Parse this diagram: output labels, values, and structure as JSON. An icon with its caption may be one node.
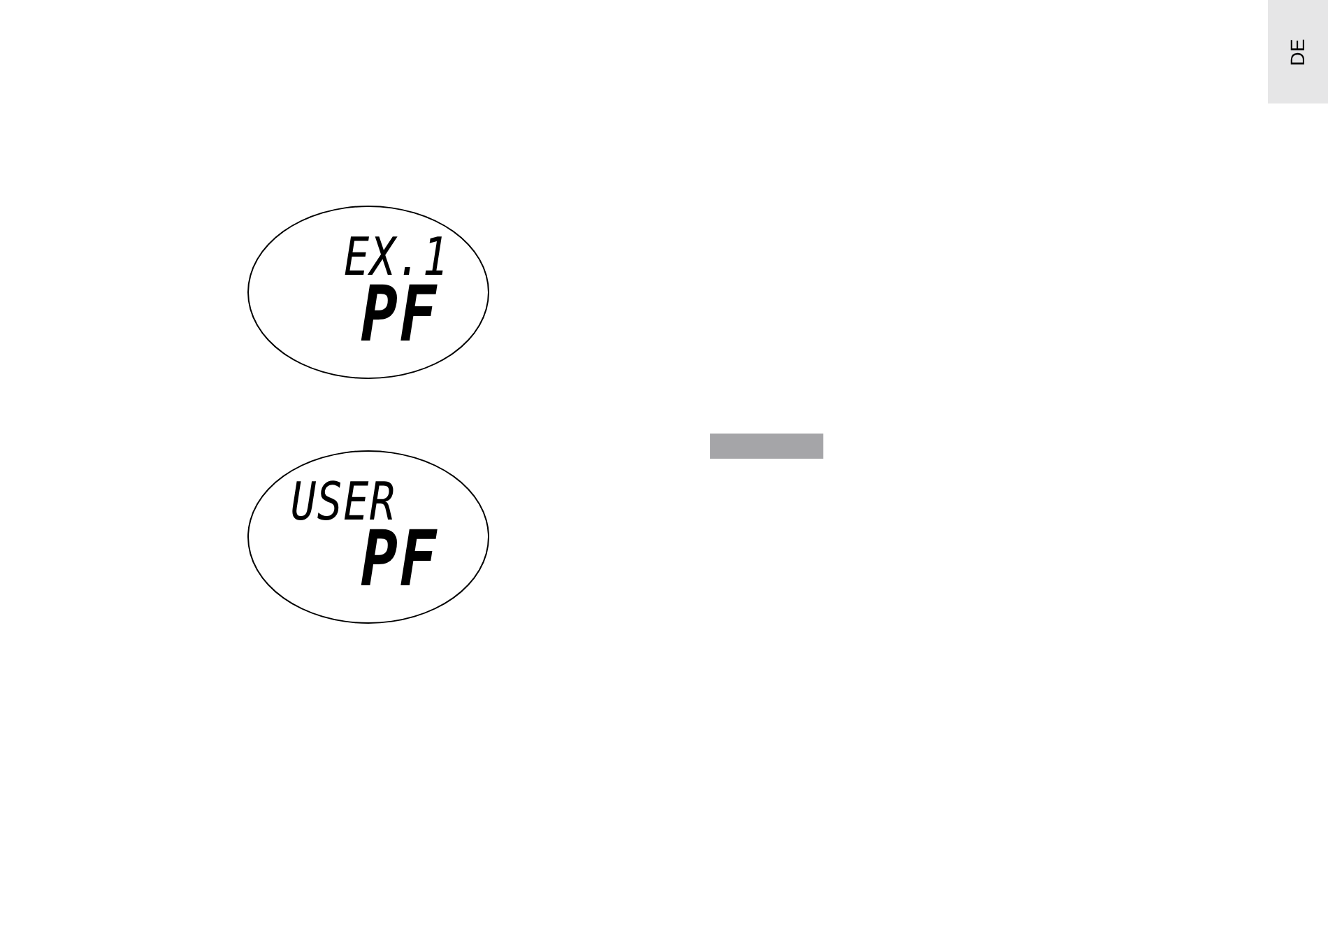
{
  "diagram": {
    "nodes": [
      {
        "text": [
          "EX.1",
          "PF"
        ]
      },
      {
        "text": [
          "USER",
          "PF"
        ]
      },
      {
        "text": [],
        "shape": "bar"
      }
    ],
    "labels": [
      "DE"
    ]
  }
}
